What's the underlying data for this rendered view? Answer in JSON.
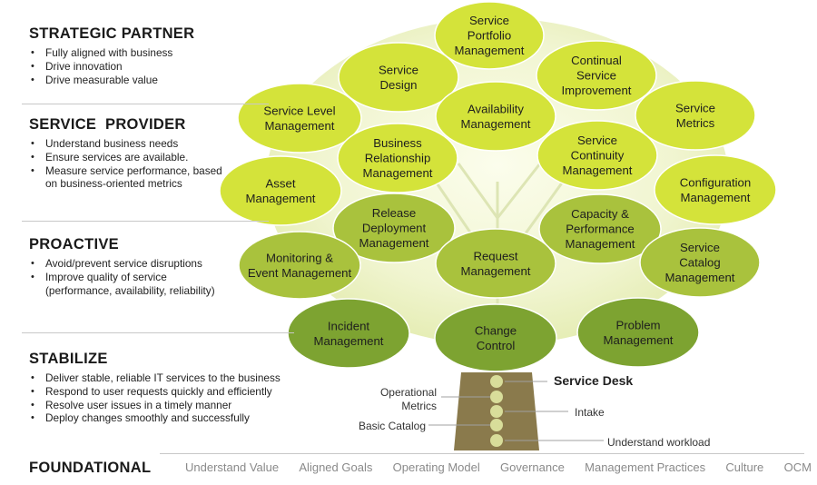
{
  "tiers": [
    {
      "title": "STRATEGIC PARTNER",
      "bullets": [
        "Fully aligned with business",
        "Drive innovation",
        "Drive measurable value"
      ]
    },
    {
      "title": "SERVICE  PROVIDER",
      "bullets": [
        "Understand business needs",
        "Ensure services are available.",
        "Measure service performance, based on business-oriented metrics"
      ]
    },
    {
      "title": "PROACTIVE",
      "bullets": [
        "Avoid/prevent service disruptions",
        "Improve quality of service (performance, availability, reliability)"
      ]
    },
    {
      "title": "STABILIZE",
      "bullets": [
        "Deliver stable, reliable IT services to the business",
        "Respond to user requests quickly and efficiently",
        "Resolve user issues in a timely manner",
        "Deploy changes smoothly and successfully"
      ]
    }
  ],
  "foundation": {
    "title": "FOUNDATIONAL",
    "items": [
      "Understand Value",
      "Aligned Goals",
      "Operating Model",
      "Governance",
      "Management Practices",
      "Culture",
      "OCM"
    ]
  },
  "bubbles": [
    {
      "lines": [
        "Service",
        "Portfolio",
        "Management"
      ],
      "color": "#d4e33a"
    },
    {
      "lines": [
        "Service",
        "Design"
      ],
      "color": "#d4e33a"
    },
    {
      "lines": [
        "Continual",
        "Service",
        "Improvement"
      ],
      "color": "#d4e33a"
    },
    {
      "lines": [
        "Service Level",
        "Management"
      ],
      "color": "#d4e33a"
    },
    {
      "lines": [
        "Availability",
        "Management"
      ],
      "color": "#d4e33a"
    },
    {
      "lines": [
        "Service",
        "Metrics"
      ],
      "color": "#d4e33a"
    },
    {
      "lines": [
        "Business",
        "Relationship",
        "Management"
      ],
      "color": "#d4e33a"
    },
    {
      "lines": [
        "Service",
        "Continuity",
        "Management"
      ],
      "color": "#d4e33a"
    },
    {
      "lines": [
        "Asset",
        "Management"
      ],
      "color": "#d4e33a"
    },
    {
      "lines": [
        "Configuration",
        "Management"
      ],
      "color": "#d4e33a"
    },
    {
      "lines": [
        "Release",
        "Deployment",
        "Management"
      ],
      "color": "#a9c23d"
    },
    {
      "lines": [
        "Capacity &",
        "Performance",
        "Management"
      ],
      "color": "#a9c23d"
    },
    {
      "lines": [
        "Monitoring &",
        "Event Management"
      ],
      "color": "#a9c23d"
    },
    {
      "lines": [
        "Request",
        "Management"
      ],
      "color": "#a9c23d"
    },
    {
      "lines": [
        "Service",
        "Catalog",
        "Management"
      ],
      "color": "#a9c23d"
    },
    {
      "lines": [
        "Incident",
        "Management"
      ],
      "color": "#7da331"
    },
    {
      "lines": [
        "Change",
        "Control"
      ],
      "color": "#7da331"
    },
    {
      "lines": [
        "Problem",
        "Management"
      ],
      "color": "#7da331"
    }
  ],
  "trunk": {
    "labels": [
      "Service Desk",
      "Operational",
      "Metrics",
      "Intake",
      "Basic Catalog",
      "Understand workload"
    ]
  },
  "colors": {
    "canopy": "#eef3c8",
    "trunk": "#8a7a4c",
    "node": "#d8dd9a",
    "rule": "#c8c8c8"
  }
}
